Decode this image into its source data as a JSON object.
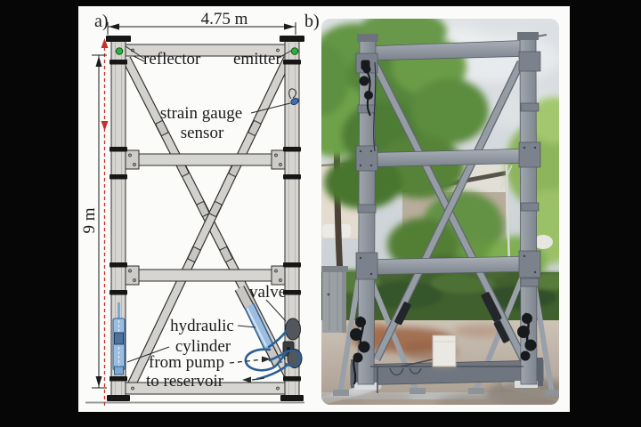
{
  "figure": {
    "type": "two-panel scientific figure: structural test frame schematic and photograph",
    "background_color": "#060606",
    "canvas_color": "#fbfbfa"
  },
  "panel_a": {
    "label": "a)",
    "width_dimension": "4.75 m",
    "height_dimension": "9 m",
    "labels": {
      "reflector": "reflector",
      "emitter": "emitter",
      "strain_gauge_1": "strain gauge",
      "strain_gauge_2": "sensor",
      "valve": "valve",
      "hydraulic_1": "hydraulic",
      "hydraulic_2": "cylinder",
      "from_pump": "from pump",
      "to_reservoir": "to reservoir"
    },
    "icons": {
      "reflector": "green-dot",
      "emitter": "green-dot",
      "strain_gauge": "blue-ellipse-with-wire",
      "valve": "dark-oval-pair",
      "hydraulic_cylinder": "blue-cylinder",
      "laser_path": "red-dashed-line"
    },
    "colors": {
      "steel": "#d6d5d1",
      "outline": "#2e2d2b",
      "dimension_red": "#c62f2a",
      "reflector_green": "#2fae3c",
      "hydraulic_blue": "#9dbde0",
      "hose_blue": "#2c5f93",
      "valve_gray": "#53575b"
    }
  },
  "panel_b": {
    "label": "b)",
    "photo_palette": {
      "sky": "#d0d5d9",
      "foliage": "#639644",
      "foliage_light": "#9bc167",
      "steel": "#8f96a0",
      "concrete": "#b9ada0",
      "rust": "#9a5d3c",
      "hedge": "#40602e",
      "cabinet": "#9aa0a4",
      "junction_box": "#eae8e2"
    }
  }
}
